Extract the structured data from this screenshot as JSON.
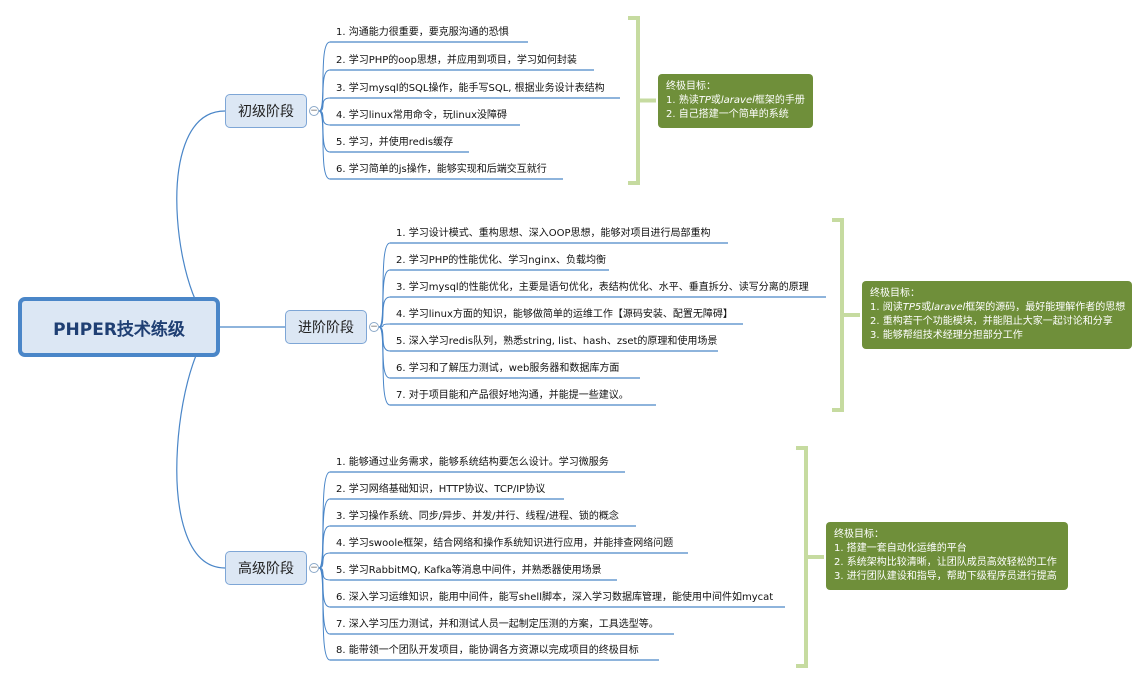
{
  "root": {
    "label": "PHPER技术练级"
  },
  "stages": [
    {
      "label": "初级阶段",
      "items": [
        "1. 沟通能力很重要，要克服沟通的恐惧",
        "2. 学习PHP的oop思想，并应用到项目，学习如何封装",
        "3. 学习mysql的SQL操作，能手写SQL, 根据业务设计表结构",
        "4. 学习linux常用命令，玩linux没障碍",
        "5. 学习，并使用redis缓存",
        "6. 学习简单的js操作，能够实现和后端交互就行"
      ],
      "goal": {
        "title": "终极目标：",
        "lines": [
          [
            "1. 熟读",
            "TP",
            "或",
            "laravel",
            "框架的手册"
          ],
          [
            "2. 自己搭建一个简单的系统"
          ]
        ]
      }
    },
    {
      "label": "进阶阶段",
      "items": [
        "1. 学习设计模式、重构思想、深入OOP思想，能够对项目进行局部重构",
        "2. 学习PHP的性能优化、学习nginx、负载均衡",
        "3. 学习mysql的性能优化，主要是语句优化，表结构优化、水平、垂直拆分、读写分离的原理",
        "4. 学习linux方面的知识，能够做简单的运维工作【源码安装、配置无障碍】",
        "5. 深入学习redis队列，熟悉string, list、hash、zset的原理和使用场景",
        "6. 学习和了解压力测试，web服务器和数据库方面",
        "7. 对于项目能和产品很好地沟通，并能提一些建议。"
      ],
      "goal": {
        "title": "终极目标：",
        "lines": [
          [
            "1. 阅读",
            "TP5",
            "或",
            "laravel",
            "框架的源码，最好能理解作者的思想"
          ],
          [
            "2. 重构若干个功能模块，并能阻止大家一起讨论和分享"
          ],
          [
            "3. 能够帮组技术经理分担部分工作"
          ]
        ]
      }
    },
    {
      "label": "高级阶段",
      "items": [
        "1. 能够通过业务需求，能够系统结构要怎么设计。学习微服务",
        "2. 学习网络基础知识，HTTP协议、TCP/IP协议",
        "3. 学习操作系统、同步/异步、并发/并行、线程/进程、锁的概念",
        "4. 学习swoole框架，结合网络和操作系统知识进行应用，并能排查网络问题",
        "5. 学习RabbitMQ, Kafka等消息中间件，并熟悉器使用场景",
        "6. 深入学习运维知识，能用中间件，能写shell脚本，深入学习数据库管理，能使用中间件如mycat",
        "7. 深入学习压力测试，并和测试人员一起制定压测的方案，工具选型等。",
        "8. 能带领一个团队开发项目，能协调各方资源以完成项目的终极目标"
      ],
      "goal": {
        "title": "终极目标：",
        "lines": [
          [
            "1. 搭建一套自动化运维的平台"
          ],
          [
            "2. 系统架构比较清晰，让团队成员高效轻松的工作"
          ],
          [
            "3. 进行团队建设和指导，帮助下级程序员进行提高"
          ]
        ]
      }
    }
  ],
  "colors": {
    "branch": "#4a86c8",
    "stage_fill": "#dce7f4",
    "bracket": "#c6dba0",
    "goal_fill": "#6f8f3a"
  }
}
